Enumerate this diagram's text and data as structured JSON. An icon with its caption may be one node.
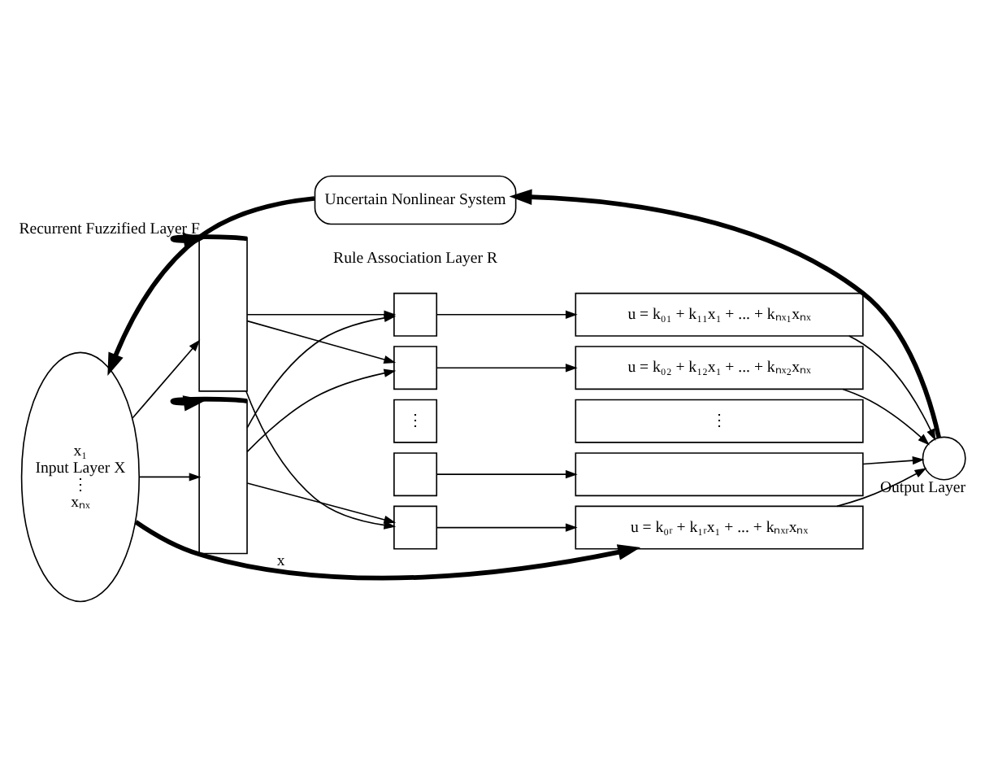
{
  "diagram": {
    "nodes": [
      {
        "text": [
          "Uncertain Nonlinear System"
        ]
      },
      {
        "text": [
          "x₁",
          "Input Layer X",
          "⋮",
          "xₙₓ"
        ]
      },
      {
        "text": [],
        "shape": "box",
        "beside": [
          "Recurrent Fuzzified Layer F"
        ]
      },
      {
        "text": [],
        "shape": "box"
      },
      {
        "text": [],
        "shape": "box"
      },
      {
        "text": [],
        "shape": "box"
      },
      {
        "text": [
          "⋮"
        ]
      },
      {
        "text": [],
        "shape": "box"
      },
      {
        "text": [],
        "shape": "box"
      },
      {
        "text": [
          "u = k₀₁ + k₁₁x₁ + ... + kₙₓ₁xₙₓ"
        ]
      },
      {
        "text": [
          "u = k₀₂ + k₁₂x₁ + ... + kₙₓ₂xₙₓ"
        ]
      },
      {
        "text": [
          "⋮"
        ]
      },
      {
        "text": [],
        "shape": "box"
      },
      {
        "text": [
          "u = k₀ᵣ + k₁ᵣx₁ + ... + kₙₓᵣxₙₓ"
        ]
      },
      {
        "text": [],
        "shape": "circle",
        "beside": [
          "Output Layer"
        ]
      }
    ],
    "edges": [
      {
        "from": 0,
        "to": 1,
        "arrow": "to",
        "style": "thick"
      },
      {
        "from": 1,
        "to": 2,
        "arrow": "to"
      },
      {
        "from": 1,
        "to": 3,
        "arrow": "to"
      },
      {
        "from": 2,
        "to": 2,
        "arrow": "to",
        "style": "thick"
      },
      {
        "from": 3,
        "to": 3,
        "arrow": "to",
        "style": "thick"
      },
      {
        "from": 2,
        "to": 4,
        "arrow": "to"
      },
      {
        "from": 2,
        "to": 5,
        "arrow": "to"
      },
      {
        "from": 2,
        "to": 8,
        "arrow": "to"
      },
      {
        "from": 3,
        "to": 4,
        "arrow": "to"
      },
      {
        "from": 3,
        "to": 5,
        "arrow": "to"
      },
      {
        "from": 3,
        "to": 8,
        "arrow": "to"
      },
      {
        "from": 4,
        "to": 9,
        "arrow": "to"
      },
      {
        "from": 5,
        "to": 10,
        "arrow": "to"
      },
      {
        "from": 7,
        "to": 12,
        "arrow": "to"
      },
      {
        "from": 8,
        "to": 13,
        "arrow": "to"
      },
      {
        "from": 1,
        "to": 13,
        "arrow": "to",
        "style": "thick",
        "label": "x"
      },
      {
        "from": 9,
        "to": 14,
        "arrow": "to"
      },
      {
        "from": 10,
        "to": 14,
        "arrow": "to"
      },
      {
        "from": 12,
        "to": 14,
        "arrow": "to"
      },
      {
        "from": 13,
        "to": 14,
        "arrow": "to"
      },
      {
        "from": 14,
        "to": 0,
        "arrow": "to",
        "style": "thick"
      }
    ],
    "labels": [
      "Rule Association Layer R"
    ]
  }
}
